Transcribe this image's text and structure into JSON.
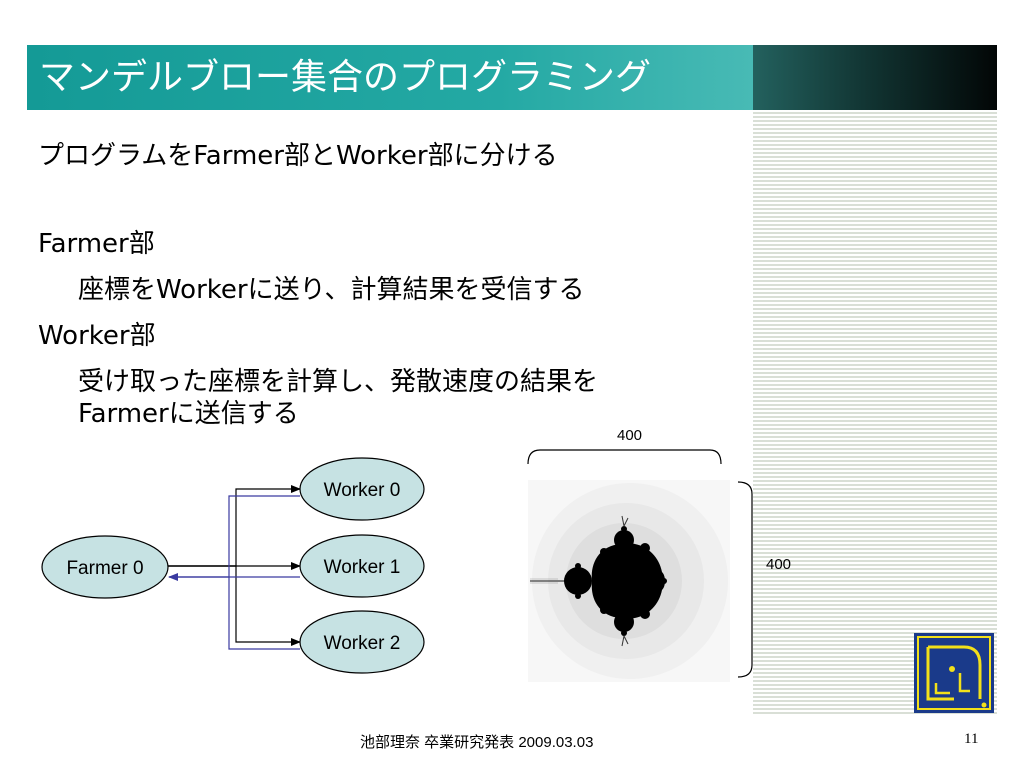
{
  "slide": {
    "title": "マンデルブロー集合のプログラミング",
    "lines": {
      "intro": "プログラムをFarmer部とWorker部に分ける",
      "farmer_heading": "Farmer部",
      "farmer_desc": "座標をWorkerに送り、計算結果を受信する",
      "worker_heading": "Worker部",
      "worker_desc_1": "受け取った座標を計算し、発散速度の結果を",
      "worker_desc_2": "Farmerに送信する"
    }
  },
  "diagram": {
    "farmer": "Farmer 0",
    "workers": [
      "Worker 0",
      "Worker 1",
      "Worker 2"
    ],
    "node_fill": "#c6e2e3",
    "send_arrow_color": "#000000",
    "return_arrow_color": "#3a3aa0"
  },
  "fractal": {
    "width_label": "400",
    "height_label": "400"
  },
  "footer": {
    "text": "池部理奈 卒業研究発表 2009.03.03",
    "page": "11"
  },
  "colors": {
    "title_bar": "#24a9a4",
    "title_text": "#ffffff",
    "logo_bg": "#1a3a8a",
    "logo_fg": "#f2e01a"
  }
}
